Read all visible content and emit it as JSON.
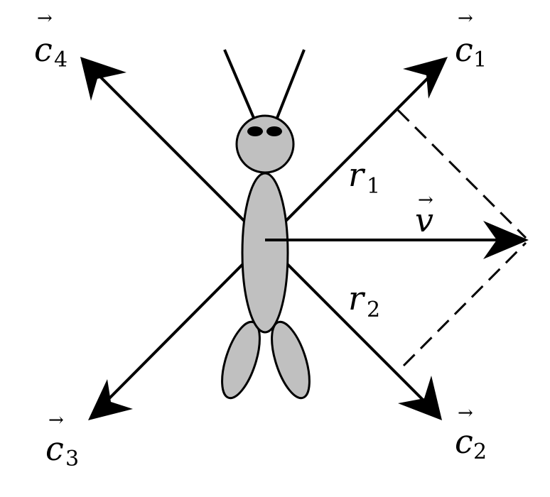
{
  "diagram": {
    "labels": {
      "c1": {
        "base": "c",
        "sub": "1",
        "arrow": "→"
      },
      "c2": {
        "base": "c",
        "sub": "2",
        "arrow": "→"
      },
      "c3": {
        "base": "c",
        "sub": "3",
        "arrow": "→"
      },
      "c4": {
        "base": "c",
        "sub": "4",
        "arrow": "→"
      },
      "v": {
        "base": "v",
        "arrow": "→"
      },
      "r1": {
        "base": "r",
        "sub": "1"
      },
      "r2": {
        "base": "r",
        "sub": "2"
      }
    },
    "colors": {
      "stroke": "#000000",
      "body_fill": "#c0c0c0",
      "background": "#ffffff"
    }
  }
}
